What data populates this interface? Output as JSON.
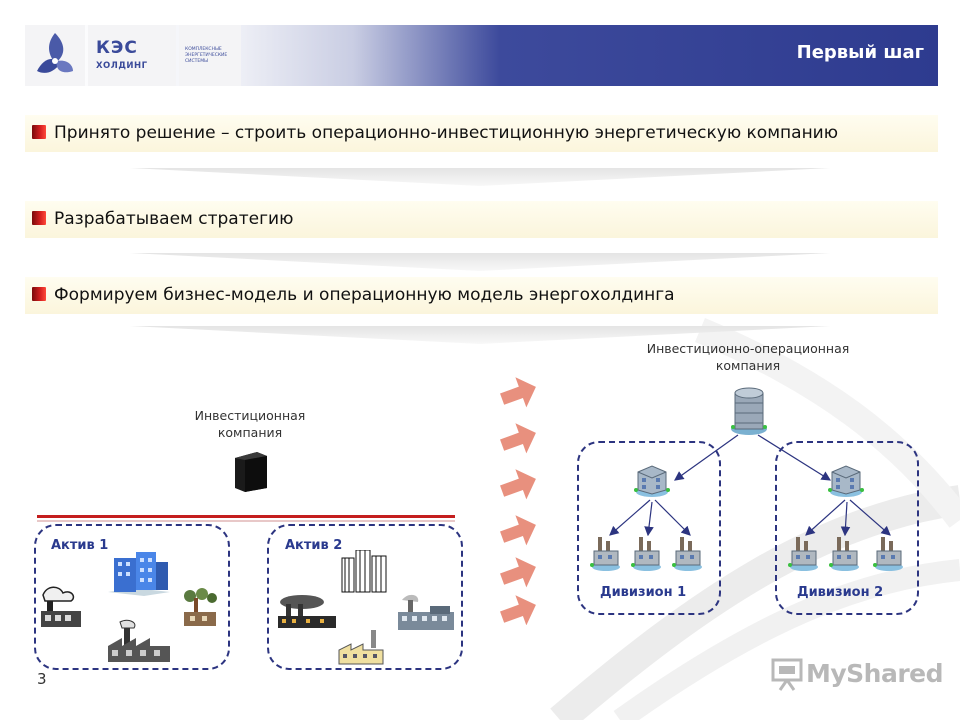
{
  "header": {
    "logo_abbr": "КЭС",
    "logo_word": "ХОЛДИНГ",
    "logo_subtitle": "КОМПЛЕКСНЫЕ ЭНЕРГЕТИЧЕСКИЕ СИСТЕМЫ",
    "title": "Первый шаг"
  },
  "bullets": [
    "Принято решение – строить операционно-инвестиционную энергетическую компанию",
    "Разрабатываем стратегию",
    "Формируем бизнес-модель и операционную модель энергохолдинга"
  ],
  "diagram": {
    "investment_company": "Инвестиционная компания",
    "asset_1": "Актив 1",
    "asset_2": "Актив 2",
    "operational_company": "Инвестиционно-операционная компания",
    "division_1": "Дивизион 1",
    "division_2": "Дивизион 2"
  },
  "page_number": "3",
  "watermark": "MyShared",
  "colors": {
    "header_blue": "#2e3b8f",
    "marker_red": "#d62020",
    "arrow_salmon": "#e8907e",
    "dashed_border": "#2c3480"
  }
}
